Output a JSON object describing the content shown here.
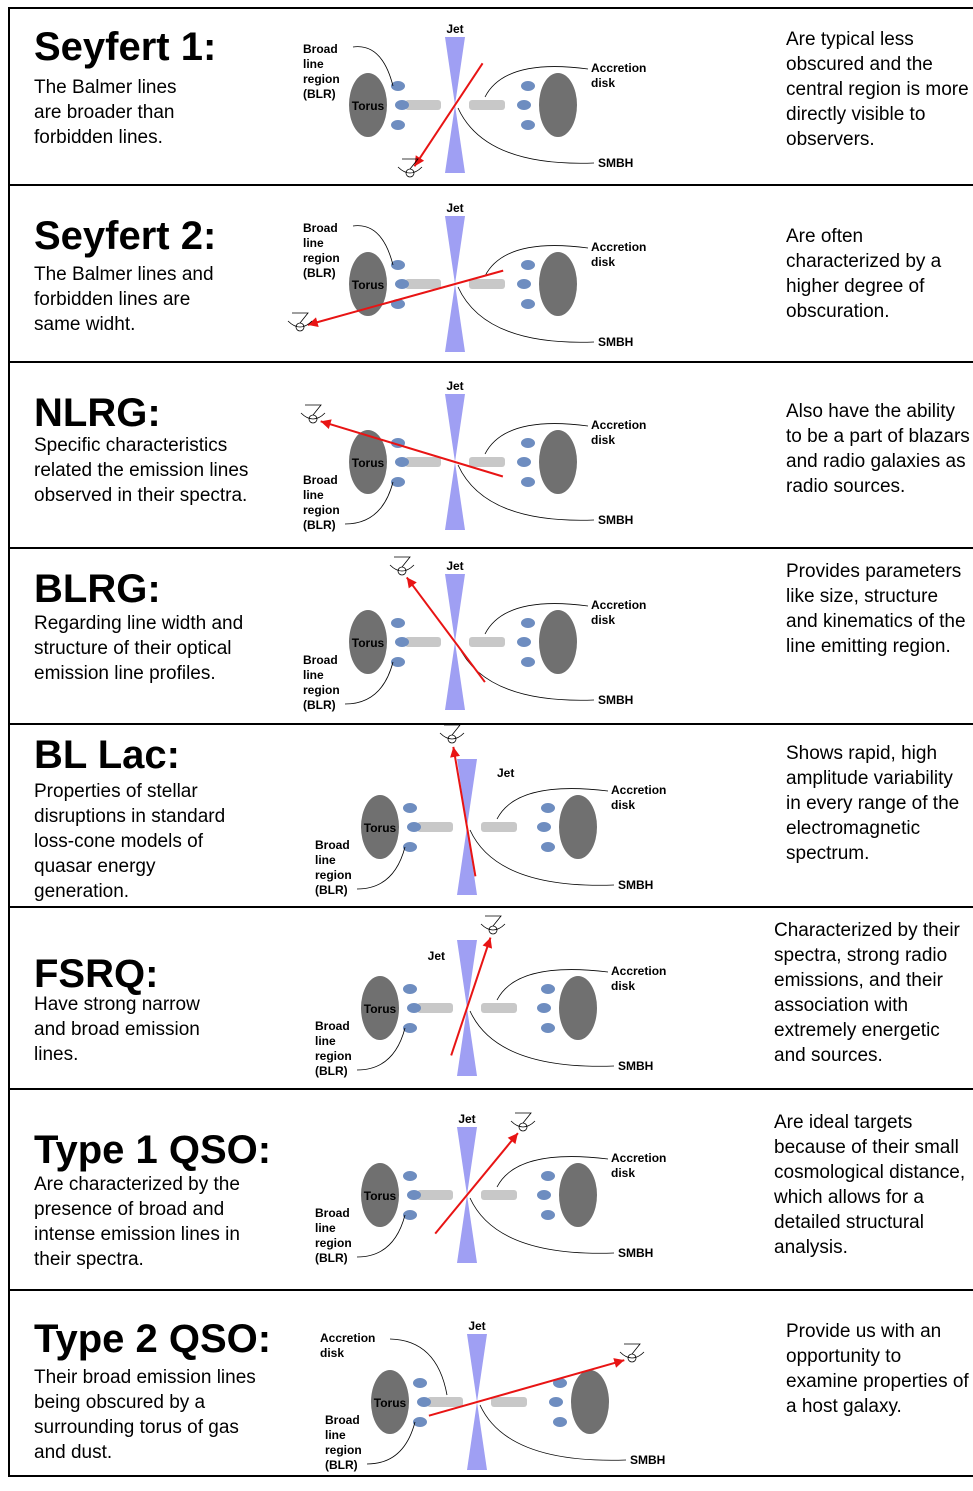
{
  "rows": [
    {
      "title": "Seyfert 1:",
      "description": "The Balmer lines are broader than forbidden lines.",
      "note": "Are typical less obscured and the central region is more directly visible to observers.",
      "labels": {
        "jet": "Jet",
        "accretion": [
          "Accretion",
          "disk"
        ],
        "blr": [
          "Broad",
          "line",
          "region",
          "(BLR)"
        ],
        "torus": "Torus",
        "smbh": "SMBH"
      }
    },
    {
      "title": "Seyfert 2:",
      "description": "The Balmer lines and forbidden lines are same widht.",
      "note": "Are often characterized by a higher degree of obscuration.",
      "labels": {
        "jet": "Jet",
        "accretion": [
          "Accretion",
          "disk"
        ],
        "blr": [
          "Broad",
          "line",
          "region",
          "(BLR)"
        ],
        "torus": "Torus",
        "smbh": "SMBH"
      }
    },
    {
      "title": "NLRG:",
      "description": "Specific characteristics related the emission lines observed in their spectra.",
      "note": "Also have the ability to be a part of blazars and radio galaxies as radio sources.",
      "labels": {
        "jet": "Jet",
        "accretion": [
          "Accretion",
          "disk"
        ],
        "blr": [
          "Broad",
          "line",
          "region",
          "(BLR)"
        ],
        "torus": "Torus",
        "smbh": "SMBH"
      }
    },
    {
      "title": "BLRG:",
      "description": "Regarding line width and structure of their optical emission line profiles.",
      "note": "Provides parameters like size, structure and kinematics of the line emitting region.",
      "labels": {
        "jet": "Jet",
        "accretion": [
          "Accretion",
          "disk"
        ],
        "blr": [
          "Broad",
          "line",
          "region",
          "(BLR)"
        ],
        "torus": "Torus",
        "smbh": "SMBH"
      }
    },
    {
      "title": "BL Lac:",
      "description": "Properties of stellar disruptions in standard loss-cone models of quasar energy generation.",
      "note": "Shows rapid, high amplitude variability in every range of the electromagnetic spectrum.",
      "labels": {
        "jet": "Jet",
        "accretion": [
          "Accretion",
          "disk"
        ],
        "blr": [
          "Broad",
          "line",
          "region",
          "(BLR)"
        ],
        "torus": "Torus",
        "smbh": "SMBH"
      }
    },
    {
      "title": "FSRQ:",
      "description": "Have strong narrow and broad emission lines.",
      "note": "Characterized by their spectra, strong radio emissions, and their association with extremely energetic and sources.",
      "labels": {
        "jet": "Jet",
        "accretion": [
          "Accretion",
          "disk"
        ],
        "blr": [
          "Broad",
          "line",
          "region",
          "(BLR)"
        ],
        "torus": "Torus",
        "smbh": "SMBH"
      }
    },
    {
      "title": "Type 1 QSO:",
      "description": "Are characterized by the presence of broad and intense emission lines in their spectra.",
      "note": "Are ideal targets because of their small cosmological distance, which allows for a detailed structural analysis.",
      "labels": {
        "jet": "Jet",
        "accretion": [
          "Accretion",
          "disk"
        ],
        "blr": [
          "Broad",
          "line",
          "region",
          "(BLR)"
        ],
        "torus": "Torus",
        "smbh": "SMBH"
      }
    },
    {
      "title": "Type 2 QSO:",
      "description": "Their broad emission lines being obscured by a surrounding torus of gas and dust.",
      "note": "Provide us with an opportunity to examine properties of a host galaxy.",
      "labels": {
        "jet": "Jet",
        "accretion": [
          "Accretion",
          "disk"
        ],
        "blr": [
          "Broad",
          "line",
          "region",
          "(BLR)"
        ],
        "torus": "Torus",
        "smbh": "SMBH"
      }
    }
  ],
  "colors": {
    "jet": "#9f9ff3",
    "torus": "#707070",
    "cloud": "#6e8dc0",
    "disk": "#c8c8c8",
    "sightline": "#e81414",
    "border": "#000000"
  }
}
